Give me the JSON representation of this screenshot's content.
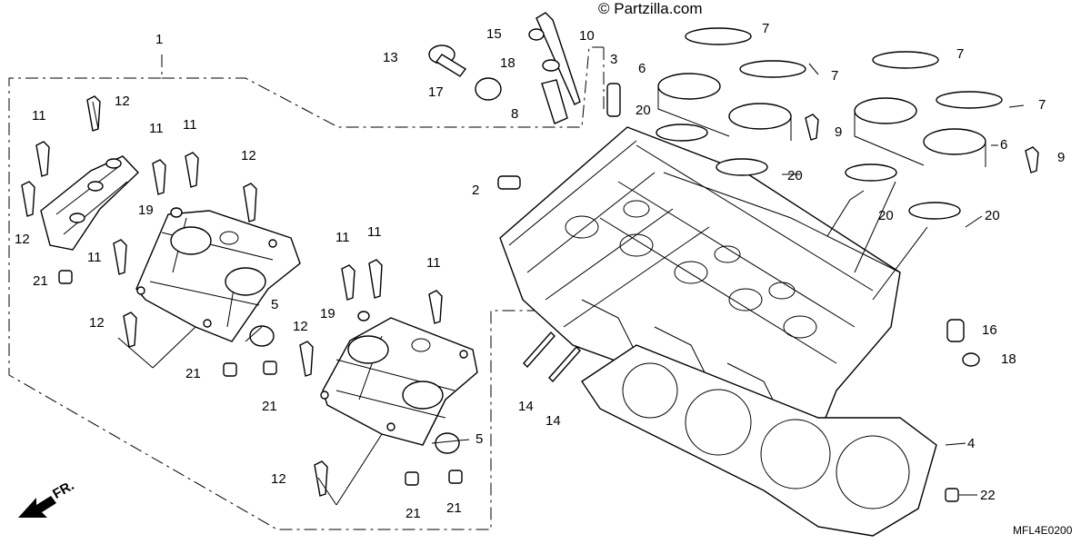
{
  "watermark": "© Partzilla.com",
  "diagram_code": "MFL4E0200",
  "front_marker": "FR.",
  "callouts": {
    "c1": "1",
    "c2": "2",
    "c3": "3",
    "c4": "4",
    "c5a": "5",
    "c5b": "5",
    "c6a": "6",
    "c6b": "6",
    "c7a": "7",
    "c7b": "7",
    "c7c": "7",
    "c7d": "7",
    "c8": "8",
    "c9a": "9",
    "c9b": "9",
    "c10": "10",
    "c11a": "11",
    "c11b": "11",
    "c11c": "11",
    "c11d": "11",
    "c11e": "11",
    "c11f": "11",
    "c11g": "11",
    "c12a": "12",
    "c12b": "12",
    "c12c": "12",
    "c12d": "12",
    "c12e": "12",
    "c12f": "12",
    "c13": "13",
    "c14a": "14",
    "c14b": "14",
    "c15": "15",
    "c16": "16",
    "c17": "17",
    "c18a": "18",
    "c18b": "18",
    "c19a": "19",
    "c19b": "19",
    "c20a": "20",
    "c20b": "20",
    "c20c": "20",
    "c20d": "20",
    "c21a": "21",
    "c21b": "21",
    "c21c": "21",
    "c21d": "21",
    "c21e": "21",
    "c22": "22"
  }
}
